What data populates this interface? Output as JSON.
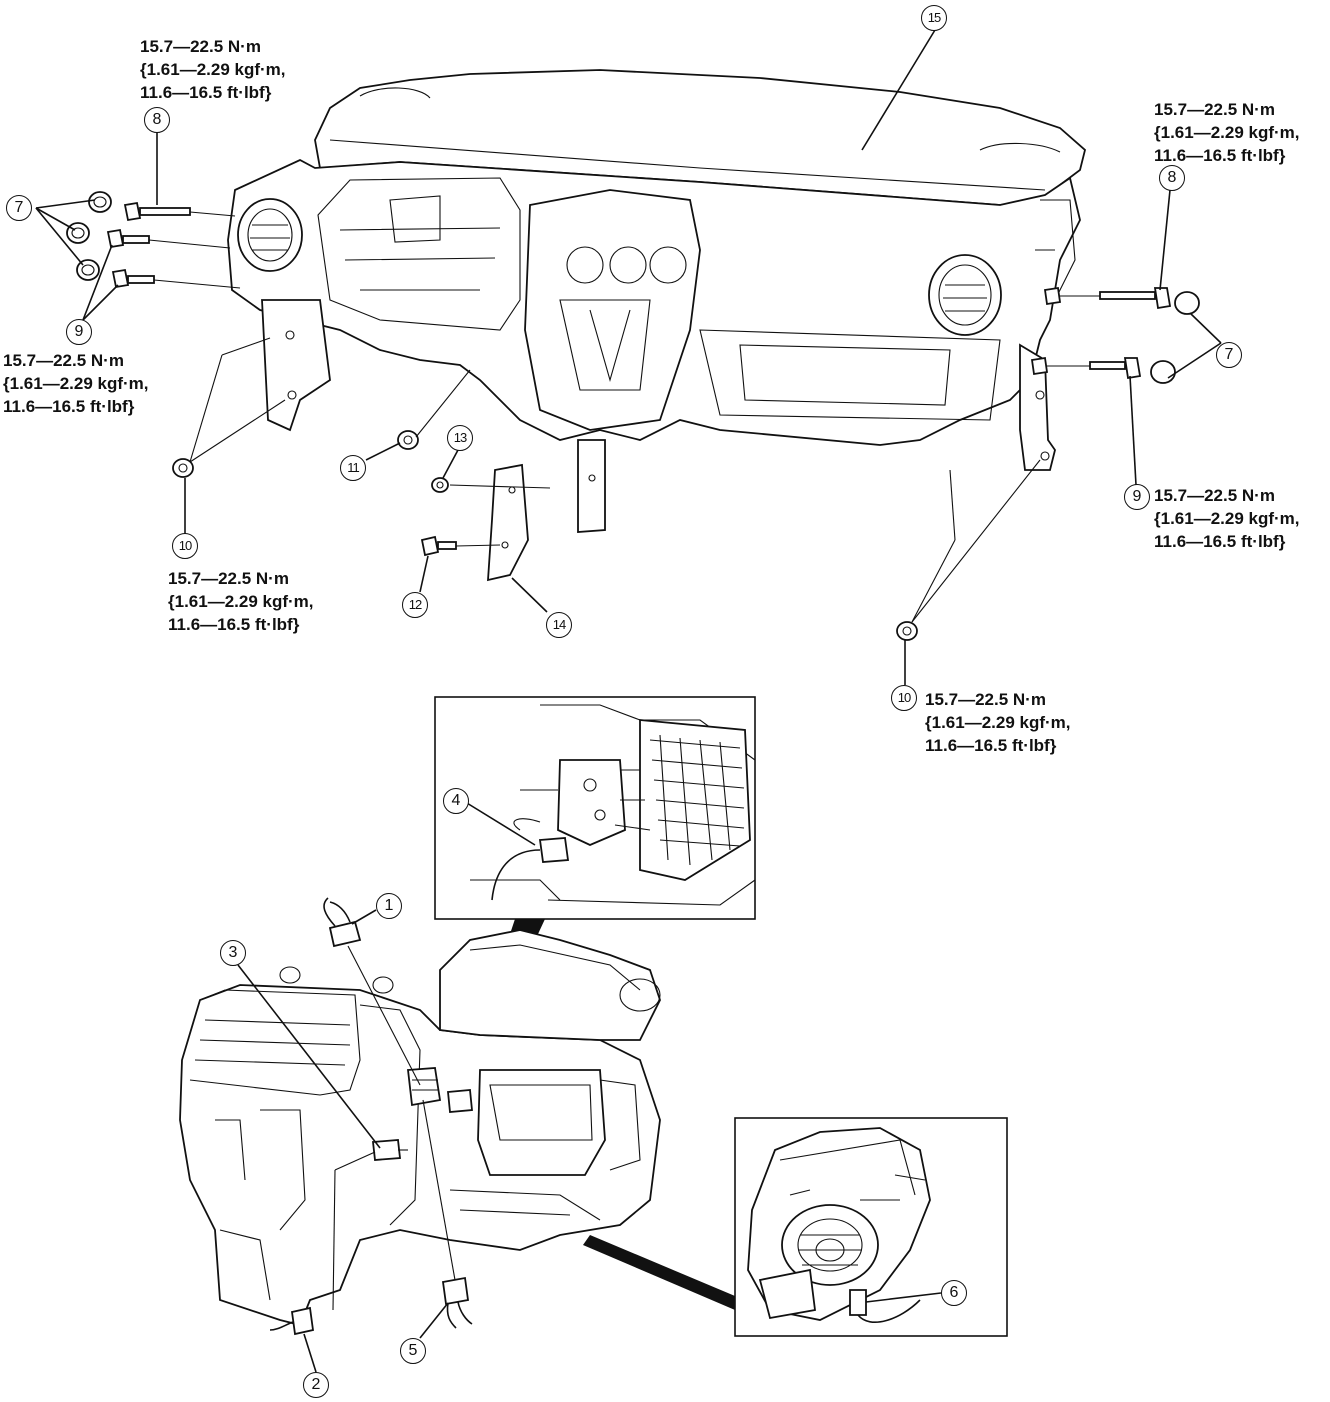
{
  "torque_spec": {
    "line1": "15.7—22.5 N·m",
    "line2": "{1.61—2.29 kgf·m,",
    "line3": "11.6—16.5 ft·lbf}"
  },
  "callouts": {
    "c1": "1",
    "c2": "2",
    "c3": "3",
    "c4": "4",
    "c5": "5",
    "c6": "6",
    "c7": "7",
    "c8": "8",
    "c9": "9",
    "c10": "10",
    "c11": "11",
    "c12": "12",
    "c13": "13",
    "c14": "14",
    "c15": "15"
  }
}
